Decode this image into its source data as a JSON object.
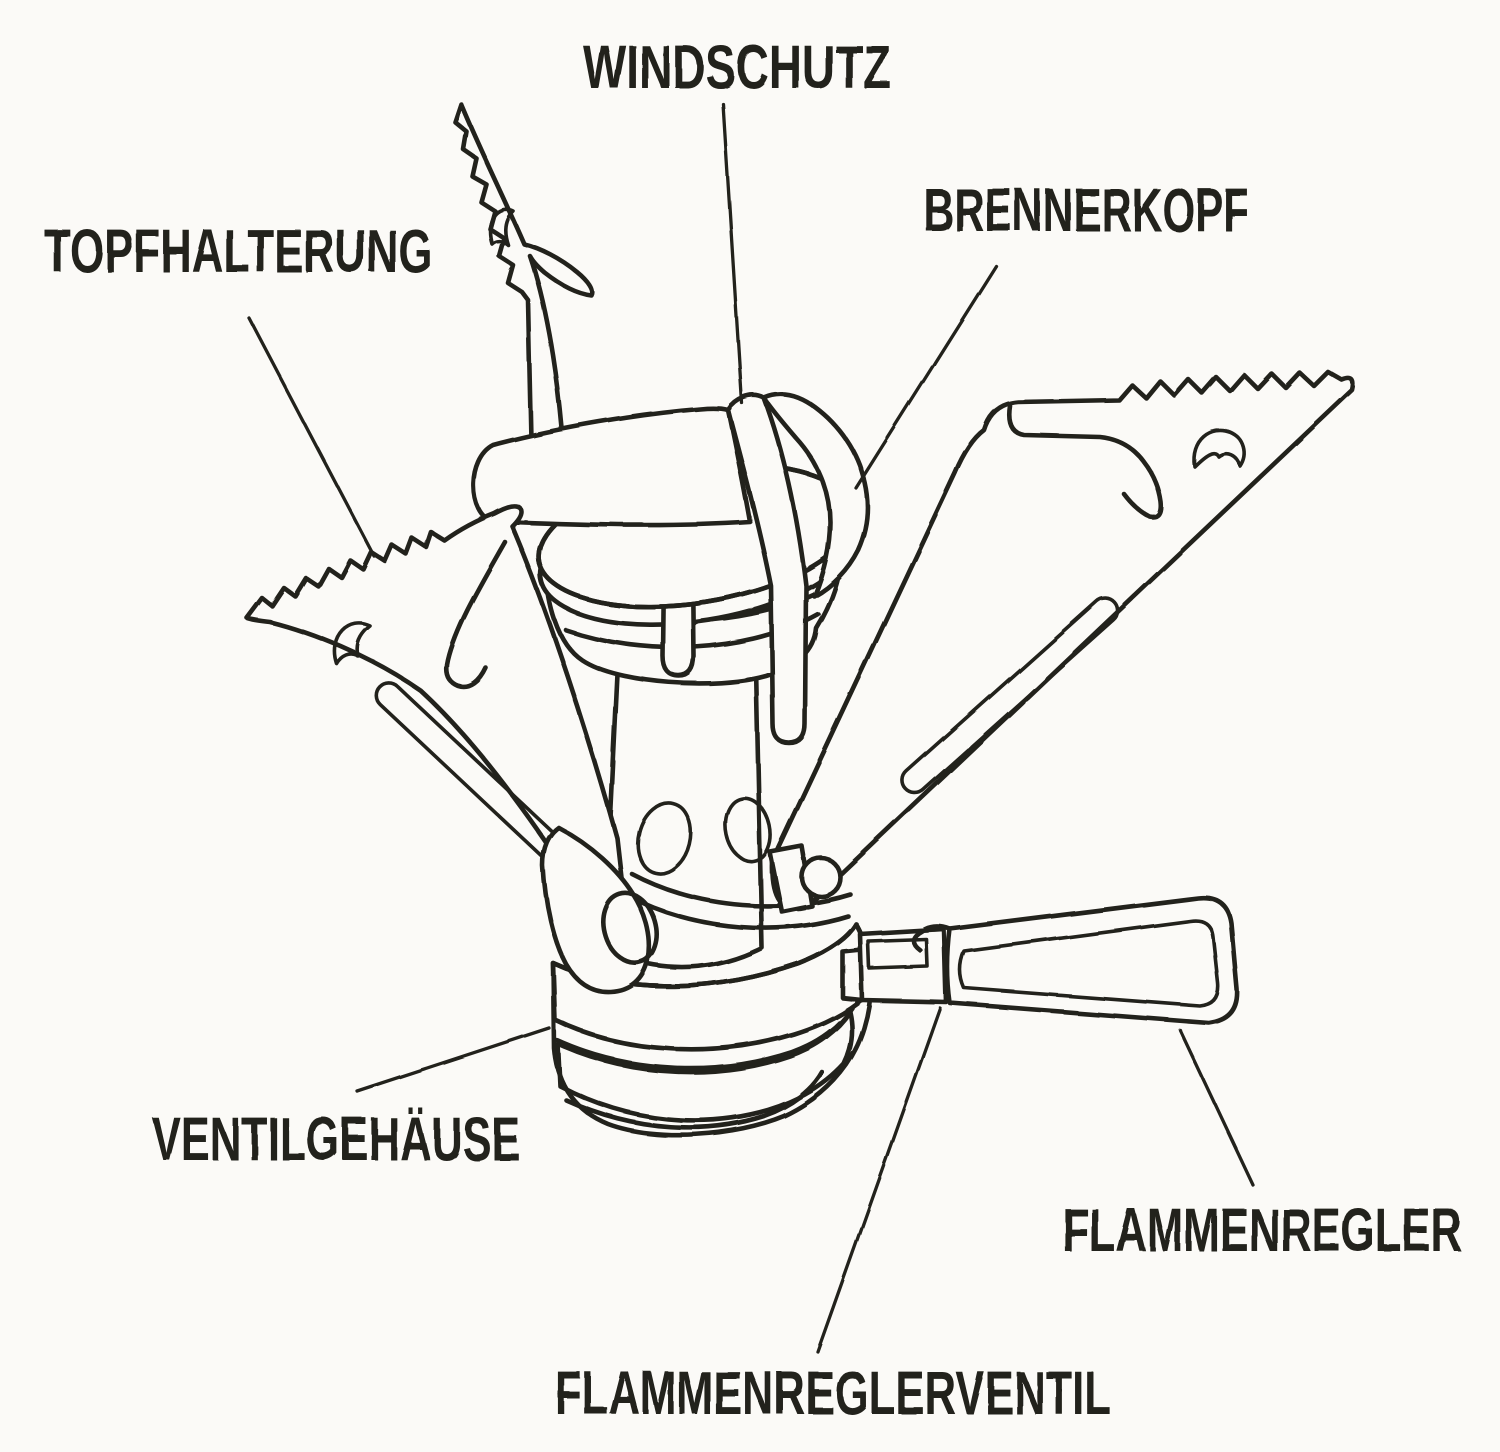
{
  "colors": {
    "paper": "#fbfaf7",
    "ink": "#24211c"
  },
  "labels": {
    "windschutz": "WINDSCHUTZ",
    "topfhalterung": "TOPFHALTERUNG",
    "brennerkopf": "BRENNERKOPF",
    "ventilgehaeuse": "VENTILGEHÄUSE",
    "flammenregler": "FLAMMENREGLER",
    "flammenreglerventil": "FLAMMENREGLERVENTIL"
  }
}
